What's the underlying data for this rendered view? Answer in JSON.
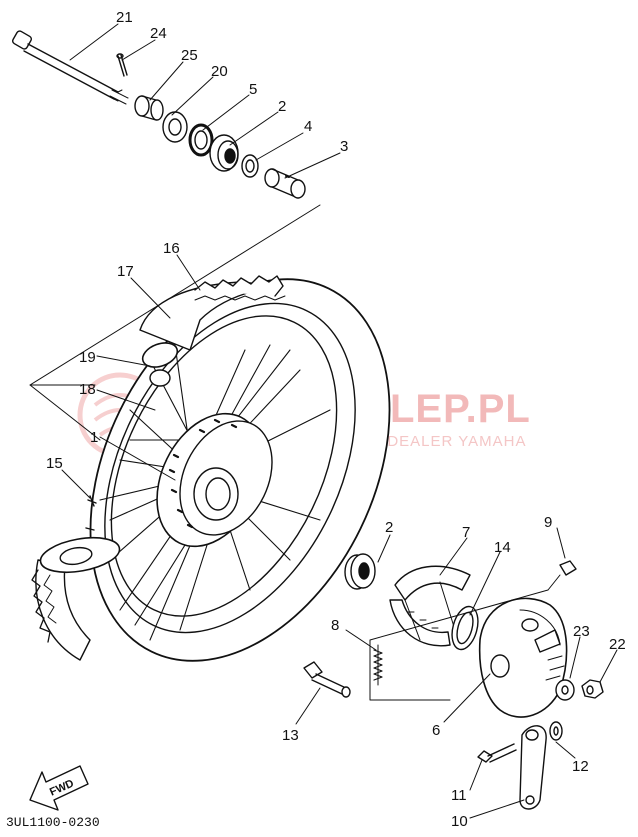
{
  "diagram_code": "3UL1100-0230",
  "fwd_label": "FWD",
  "watermark": {
    "main": "YAMA-SKLEP.PL",
    "sub": "ECHOWICZ – DEALER YAMAHA"
  },
  "colors": {
    "line": "#111111",
    "watermark": "#e9a0a0"
  },
  "callouts": [
    "21",
    "24",
    "25",
    "20",
    "5",
    "2",
    "4",
    "3",
    "16",
    "17",
    "19",
    "18",
    "1",
    "15",
    "2",
    "7",
    "14",
    "9",
    "8",
    "23",
    "22",
    "13",
    "6",
    "12",
    "11",
    "10"
  ]
}
